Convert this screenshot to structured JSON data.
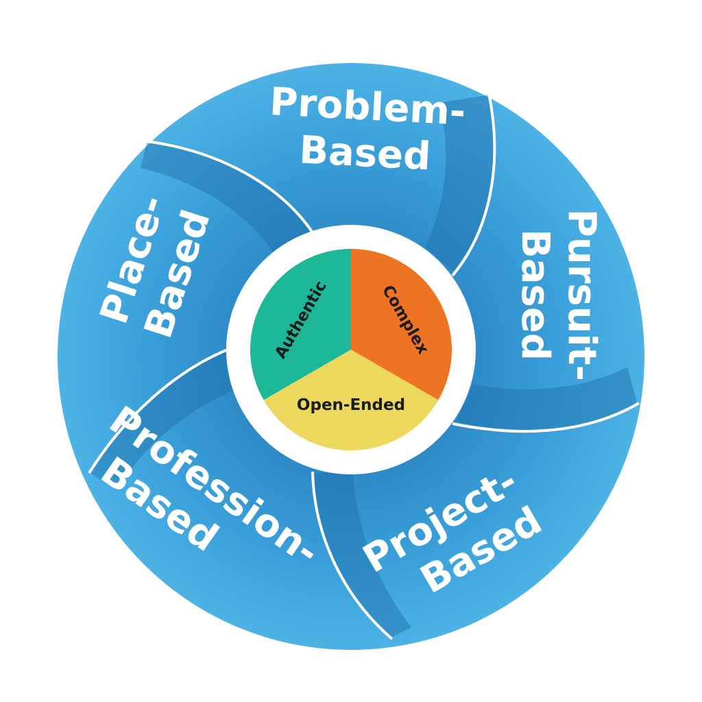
{
  "outer_ring": [
    {
      "id": "problem",
      "lines": [
        "Problem-",
        "Based"
      ]
    },
    {
      "id": "pursuit",
      "lines": [
        "Pursuit-",
        "Based"
      ]
    },
    {
      "id": "project",
      "lines": [
        "Project-",
        "Based"
      ]
    },
    {
      "id": "profession",
      "lines": [
        "Profession-",
        "Based"
      ]
    },
    {
      "id": "place",
      "lines": [
        "Place-",
        "Based"
      ]
    }
  ],
  "center": [
    {
      "id": "authentic",
      "label": "Authentic",
      "color": "#1db897"
    },
    {
      "id": "complex",
      "label": "Complex",
      "color": "#ee7424"
    },
    {
      "id": "open-ended",
      "label": "Open-Ended",
      "color": "#ecd85c"
    }
  ],
  "colors": {
    "ring_light": "#45ade2",
    "ring_dark": "#1f78b3",
    "center_bg": "#ffffff"
  }
}
